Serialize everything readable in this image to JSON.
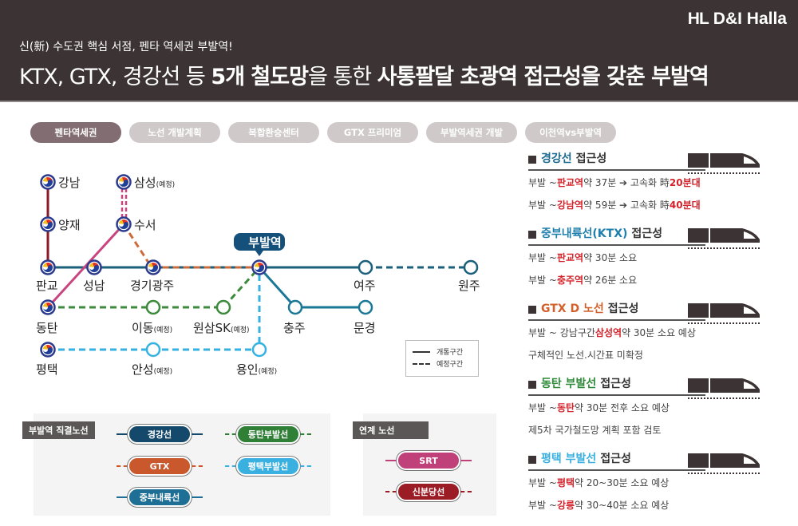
{
  "header": {
    "logo": {
      "mark": "HL",
      "text": "D&I Halla"
    },
    "subtitle": "신(新) 수도권 핵심 서점, 펜타 역세권 부발역!",
    "title_parts": {
      "part1": "KTX, GTX, 경강선 등 ",
      "part2": "5개 철도망",
      "part3": "을 통한 ",
      "part4": "사통팔달 초광역 접근성을 갖춘 부발역"
    }
  },
  "tabs": [
    {
      "label": "펜타역세권",
      "active": true
    },
    {
      "label": "노선 개발계획",
      "active": false
    },
    {
      "label": "복합환승센터",
      "active": false
    },
    {
      "label": "GTX 프리미엄",
      "active": false
    },
    {
      "label": "부발역세권 개발",
      "active": false
    },
    {
      "label": "이천역vs부발역",
      "active": false
    }
  ],
  "map": {
    "highlight_station": "부발역",
    "stations": {
      "gangnam": "강남",
      "yangjae": "양재",
      "samseong": "삼성",
      "suseo": "수서",
      "pangyo": "판교",
      "seongnam": "성남",
      "gyeonggi_gwangju": "경기광주",
      "yeoju": "여주",
      "wonju": "원주",
      "dongtan": "동탄",
      "idong": "이동",
      "wonsam_sk": "원삼SK",
      "chungju": "충주",
      "mungyeong": "문경",
      "pyeongtaek": "평택",
      "anseong": "안성",
      "yongin": "용인"
    },
    "planned_suffix": "(예정)",
    "legend": {
      "open": "개통구간",
      "planned": "예정구간"
    }
  },
  "direct_lines": {
    "tag": "부발역 직결노선",
    "lines": [
      {
        "label": "경강선",
        "color": "#14496b"
      },
      {
        "label": "동탄부발선",
        "color": "#2f7f36"
      },
      {
        "label": "GTX",
        "color": "#c9592d"
      },
      {
        "label": "평택부발선",
        "color": "#3ab0e0"
      },
      {
        "label": "중부내륙선",
        "color": "#1e6f96"
      }
    ]
  },
  "linked_lines": {
    "tag": "연계 노선",
    "lines": [
      {
        "label": "SRT",
        "color": "#c0407a"
      },
      {
        "label": "신분당선",
        "color": "#9c1c25"
      }
    ]
  },
  "access": [
    {
      "line": "경강선",
      "line_color": "#1b6a8f",
      "suffix": "접근성",
      "rows": [
        {
          "a": "부발 ~ ",
          "red": "판교역",
          "b": " 약 37분 ➔ 고속화 時 ",
          "red2": "20분대"
        },
        {
          "a": "부발 ~ ",
          "red": "강남역",
          "b": " 약 59분 ➔ 고속화 時 ",
          "red2": "40분대"
        }
      ]
    },
    {
      "line": "중부내륙선(KTX)",
      "line_color": "#1e7fae",
      "suffix": "접근성",
      "rows": [
        {
          "a": "부발 ~ ",
          "red": "판교역",
          "b": " 약 30분 소요",
          "red2": ""
        },
        {
          "a": "부발 ~ ",
          "red": "충주역",
          "b": " 약 26분 소요",
          "red2": ""
        }
      ]
    },
    {
      "line": "GTX D 노선",
      "line_color": "#d2602a",
      "suffix": "접근성",
      "rows": [
        {
          "a": "부발 ~ 강남구간 ",
          "red": "삼성역",
          "b": " 약 30분 소요 예상",
          "red2": ""
        },
        {
          "a": "구체적인 노선.시간표 미확정",
          "red": "",
          "b": "",
          "red2": ""
        }
      ]
    },
    {
      "line": "동탄 부발선",
      "line_color": "#2f8a3a",
      "suffix": "접근성",
      "rows": [
        {
          "a": "부발 ~ ",
          "red": "동탄",
          "b": " 약 30분 전후 소요 예상",
          "red2": ""
        },
        {
          "a": "제5차 국가철도망 계획 포함 검토",
          "red": "",
          "b": "",
          "red2": ""
        }
      ]
    },
    {
      "line": "평택 부발선",
      "line_color": "#3ab0e0",
      "suffix": "접근성",
      "rows": [
        {
          "a": "부발 ~ ",
          "red": "평택",
          "b": " 약 20~30분 소요 예상",
          "red2": ""
        },
        {
          "a": "부발 ~ ",
          "red": "강릉",
          "b": " 약 30~40분 소요 예상",
          "red2": ""
        }
      ]
    }
  ]
}
